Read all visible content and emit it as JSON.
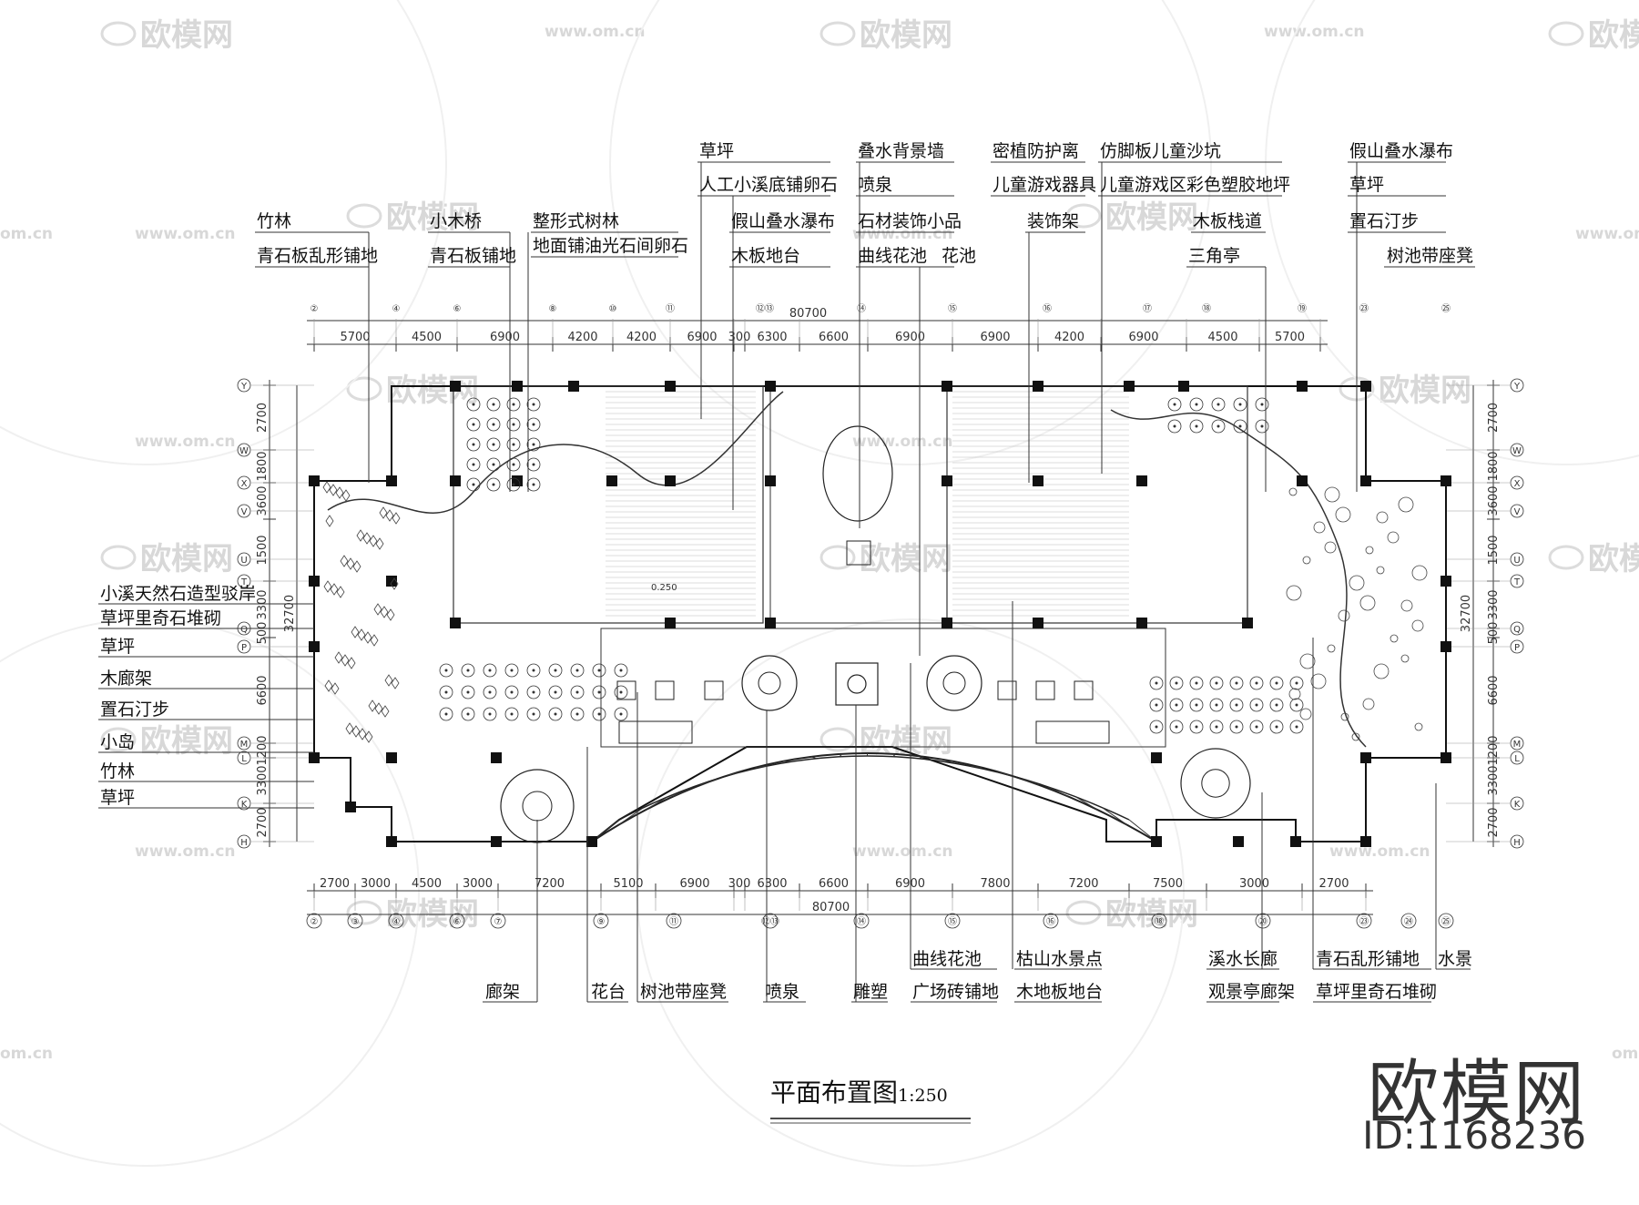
{
  "title": "平面布置图",
  "scale": "1:250",
  "brand": {
    "name": "欧模网",
    "id": "ID:1168236"
  },
  "watermark": {
    "logo": "欧模网",
    "url": "www.om.cn",
    "fragment": "om.cn"
  },
  "labels_top": [
    {
      "text": "竹林"
    },
    {
      "text": "青石板乱形铺地"
    },
    {
      "text": "小木桥"
    },
    {
      "text": "青石板铺地"
    },
    {
      "text": "整形式树林"
    },
    {
      "text": "地面铺油光石间卵石"
    },
    {
      "text": "草坪"
    },
    {
      "text": "人工小溪底铺卵石"
    },
    {
      "text": "假山叠水瀑布"
    },
    {
      "text": "木板地台"
    },
    {
      "text": "叠水背景墙"
    },
    {
      "text": "喷泉"
    },
    {
      "text": "石材装饰小品"
    },
    {
      "text": "曲线花池"
    },
    {
      "text": "花池"
    },
    {
      "text": "密植防护离"
    },
    {
      "text": "儿童游戏器具"
    },
    {
      "text": "装饰架"
    },
    {
      "text": "仿脚板儿童沙坑"
    },
    {
      "text": "儿童游戏区彩色塑胶地坪"
    },
    {
      "text": "木板栈道"
    },
    {
      "text": "三角亭"
    },
    {
      "text": "假山叠水瀑布"
    },
    {
      "text": "草坪"
    },
    {
      "text": "置石汀步"
    },
    {
      "text": "树池带座凳"
    }
  ],
  "labels_left": [
    {
      "text": "小溪天然石造型驳岸"
    },
    {
      "text": "草坪里奇石堆砌"
    },
    {
      "text": "草坪"
    },
    {
      "text": "木廊架"
    },
    {
      "text": "置石汀步"
    },
    {
      "text": "小岛"
    },
    {
      "text": "竹林"
    },
    {
      "text": "草坪"
    }
  ],
  "labels_bottom": [
    {
      "text": "廊架"
    },
    {
      "text": "花台"
    },
    {
      "text": "树池带座凳"
    },
    {
      "text": "喷泉"
    },
    {
      "text": "雕塑"
    },
    {
      "text": "曲线花池"
    },
    {
      "text": "广场砖铺地"
    },
    {
      "text": "枯山水景点"
    },
    {
      "text": "木地板地台"
    },
    {
      "text": "溪水长廊"
    },
    {
      "text": "观景亭廊架"
    },
    {
      "text": "青石乱形铺地"
    },
    {
      "text": "草坪里奇石堆砌"
    },
    {
      "text": "水景"
    }
  ],
  "dims_top": {
    "segments": [
      "5700",
      "4500",
      "6900",
      "4200",
      "4200",
      "6900",
      "300",
      "6300",
      "6600",
      "6900",
      "6900",
      "4200",
      "6900",
      "4500",
      "5700"
    ],
    "total": "80700",
    "grid_labels": [
      "②",
      "④",
      "⑥",
      "⑧",
      "⑩",
      "⑪",
      "⑫⑬",
      "⑭",
      "⑮",
      "⑯",
      "⑰",
      "⑱",
      "⑲",
      "㉓",
      "㉕"
    ]
  },
  "dims_bottom": {
    "segments": [
      "2700",
      "3000",
      "4500",
      "3000",
      "7200",
      "5100",
      "6900",
      "300",
      "6300",
      "6600",
      "6900",
      "7800",
      "7200",
      "7500",
      "3000",
      "2700"
    ],
    "total": "80700",
    "grid_labels": [
      "②",
      "③",
      "④",
      "⑥",
      "⑦",
      "⑨",
      "⑪",
      "⑫⑬",
      "⑭",
      "⑮",
      "⑯",
      "⑱",
      "⑳",
      "㉓",
      "㉔",
      "㉕"
    ]
  },
  "dims_left": {
    "segments": [
      "2700",
      "1800",
      "3600",
      "1500",
      "3300",
      "500",
      "6600",
      "1200",
      "3300",
      "2700"
    ],
    "total": "32700",
    "grid_labels": [
      "Y",
      "W",
      "X",
      "V",
      "U",
      "T",
      "Q",
      "P",
      "M",
      "L",
      "K",
      "H"
    ]
  },
  "dims_right": {
    "segments": [
      "2700",
      "1800",
      "3600",
      "1500",
      "3300",
      "500",
      "6600",
      "1200",
      "3300",
      "2700"
    ],
    "total": "32700",
    "grid_labels": [
      "Y",
      "W",
      "X",
      "V",
      "U",
      "T",
      "Q",
      "P",
      "M",
      "L",
      "K",
      "H"
    ]
  },
  "plan_note": "0.250"
}
